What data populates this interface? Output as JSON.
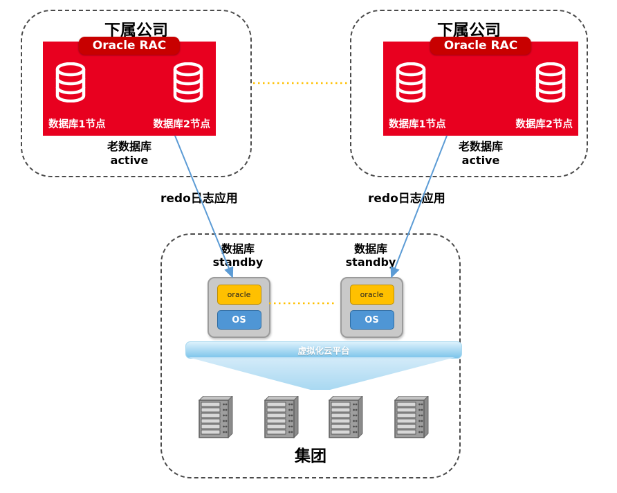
{
  "subsidiaries": [
    {
      "title": "下属公司",
      "rac": "Oracle RAC",
      "node1": "数据库1节点",
      "node2": "数据库2节点",
      "status1": "老数据库",
      "status2": "active"
    },
    {
      "title": "下属公司",
      "rac": "Oracle RAC",
      "node1": "数据库1节点",
      "node2": "数据库2节点",
      "status1": "老数据库",
      "status2": "active"
    }
  ],
  "redo_labels": [
    "redo日志应用",
    "redo日志应用"
  ],
  "group": {
    "title": "集团",
    "standbys": [
      {
        "line1": "数据库",
        "line2": "standby",
        "oracle_label": "oracle",
        "os_label": "OS"
      },
      {
        "line1": "数据库",
        "line2": "standby",
        "oracle_label": "oracle",
        "os_label": "OS"
      }
    ],
    "platform_label": "虚拟化云平台"
  },
  "colors": {
    "rac_red": "#e8001f",
    "rac_banner_red": "#c80000",
    "dotted_link_orange": "#ffc000",
    "arrow_blue": "#5b9bd5",
    "oracle_yellow": "#ffc000",
    "os_blue": "#4f96d5",
    "platform_blue_light": "#dcf1fc",
    "platform_blue": "#7cc4ea",
    "server_gray": "#9e9e9e",
    "container_border": "#4a4a4a"
  }
}
